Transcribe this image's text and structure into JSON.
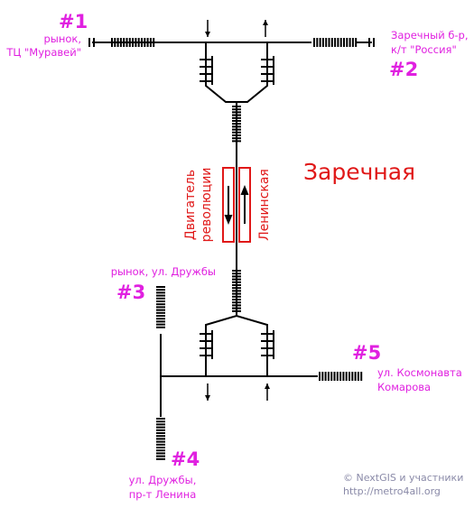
{
  "colors": {
    "accent": "#e020e0",
    "red": "#e01818",
    "line": "#000000",
    "credit": "#8a8aa8"
  },
  "station": {
    "name": "Заречная"
  },
  "platforms": {
    "left_label_line1": "Двигатель",
    "left_label_line2": "революции",
    "right_label": "Ленинская"
  },
  "exits": [
    {
      "number": "#1",
      "label_line1": "рынок,",
      "label_line2": "ТЦ \"Муравей\""
    },
    {
      "number": "#2",
      "label_line1": "Заречный б-р,",
      "label_line2": "к/т \"Россия\""
    },
    {
      "number": "#3",
      "label_line1": "рынок, ул. Дружбы",
      "label_line2": ""
    },
    {
      "number": "#4",
      "label_line1": "ул. Дружбы,",
      "label_line2": "пр-т Ленина"
    },
    {
      "number": "#5",
      "label_line1": "ул. Космонавта",
      "label_line2": "Комарова"
    }
  ],
  "credit": {
    "line1": "© NextGIS и участники",
    "line2": "http://metro4all.org"
  }
}
